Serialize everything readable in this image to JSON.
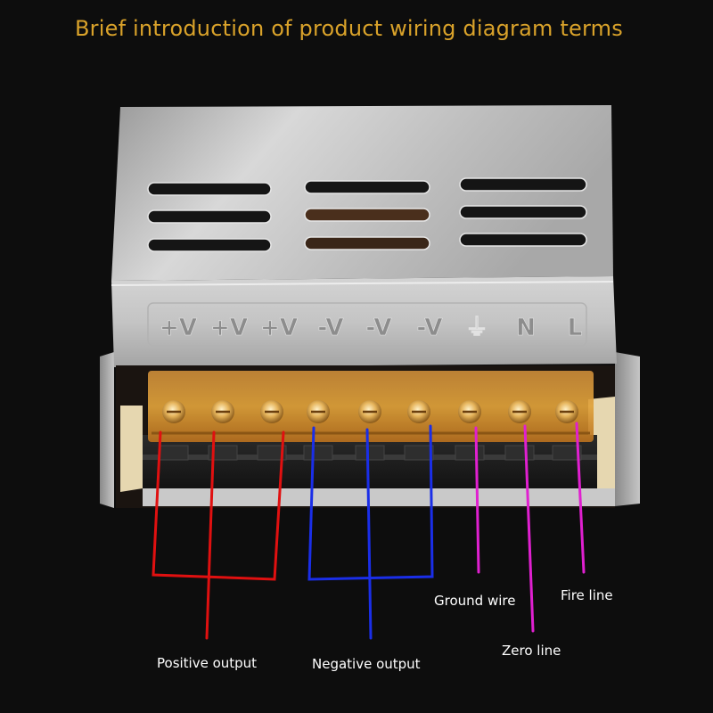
{
  "title": "Brief introduction of product wiring diagram terms",
  "terminal_symbols": [
    "+V",
    "+V",
    "+V",
    "-V",
    "-V",
    "-V",
    "⏚",
    "N",
    "L"
  ],
  "labels": {
    "positive": "Positive output",
    "negative": "Negative output",
    "ground": "Ground wire",
    "zero": "Zero line",
    "fire": "Fire line"
  },
  "colors": {
    "title": "#d9a22a",
    "positive_wire": "#e01010",
    "negative_wire": "#1a2ee8",
    "ac_wire": "#e020d0",
    "terminal_cover": "#d6902a",
    "background": "#0d0d0d"
  }
}
